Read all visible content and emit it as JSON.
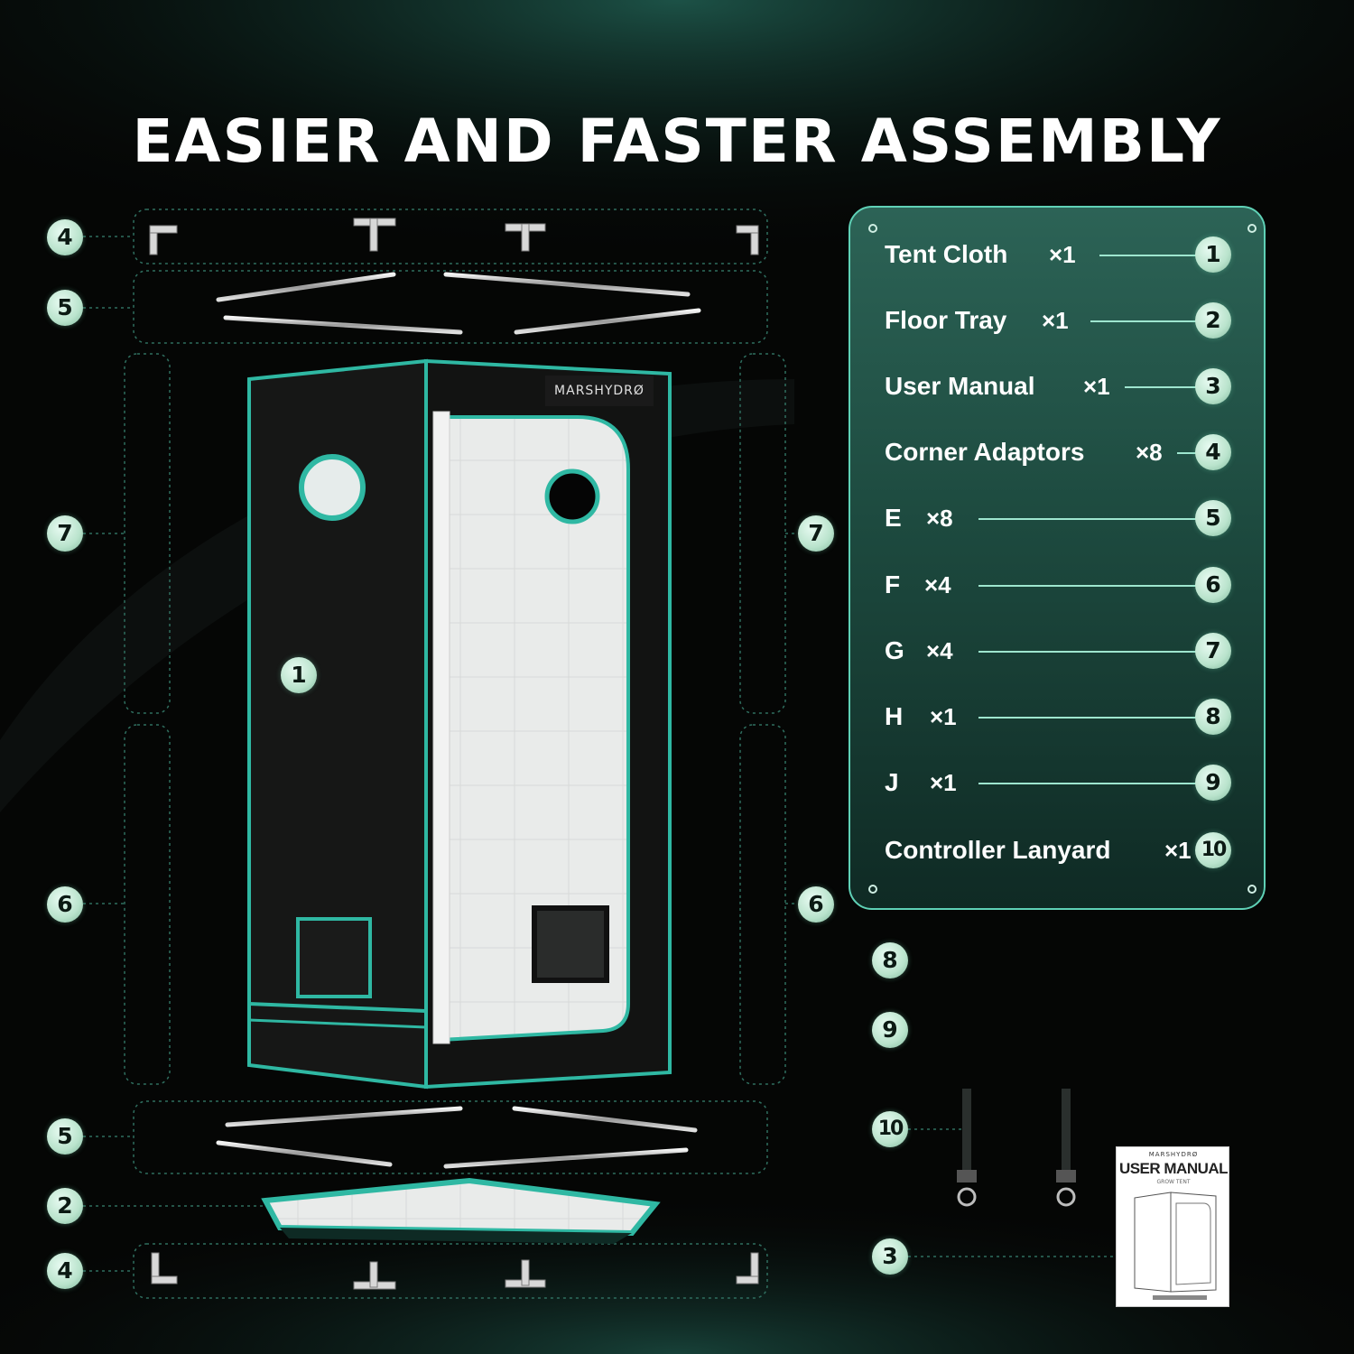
{
  "title": "EASIER AND FASTER ASSEMBLY",
  "brand": "MARSHYDRØ",
  "colors": {
    "accent": "#2fb8a3",
    "panel_border": "#5fd1b6",
    "badge": "#c8efdc",
    "background": "#050605"
  },
  "parts": [
    {
      "name": "Tent Cloth",
      "qty": "×1",
      "num": "1"
    },
    {
      "name": "Floor Tray",
      "qty": "×1",
      "num": "2"
    },
    {
      "name": "User Manual",
      "qty": "×1",
      "num": "3"
    },
    {
      "name": "Corner Adaptors",
      "qty": "×8",
      "num": "4"
    },
    {
      "name": "E",
      "qty": "×8",
      "num": "5"
    },
    {
      "name": "F",
      "qty": "×4",
      "num": "6"
    },
    {
      "name": "G",
      "qty": "×4",
      "num": "7"
    },
    {
      "name": "H",
      "qty": "×1",
      "num": "8"
    },
    {
      "name": "J",
      "qty": "×1",
      "num": "9"
    },
    {
      "name": "Controller Lanyard",
      "qty": "×1",
      "num": "10"
    }
  ],
  "callouts": {
    "left": [
      "4",
      "5",
      "7",
      "6",
      "5",
      "2",
      "4"
    ],
    "right": [
      "7",
      "6"
    ],
    "tent": "1",
    "bottom_right": [
      "8",
      "9",
      "10",
      "3"
    ]
  },
  "manual": {
    "brand": "MARSHYDRØ",
    "title": "USER MANUAL",
    "subtitle": "GROW TENT"
  }
}
